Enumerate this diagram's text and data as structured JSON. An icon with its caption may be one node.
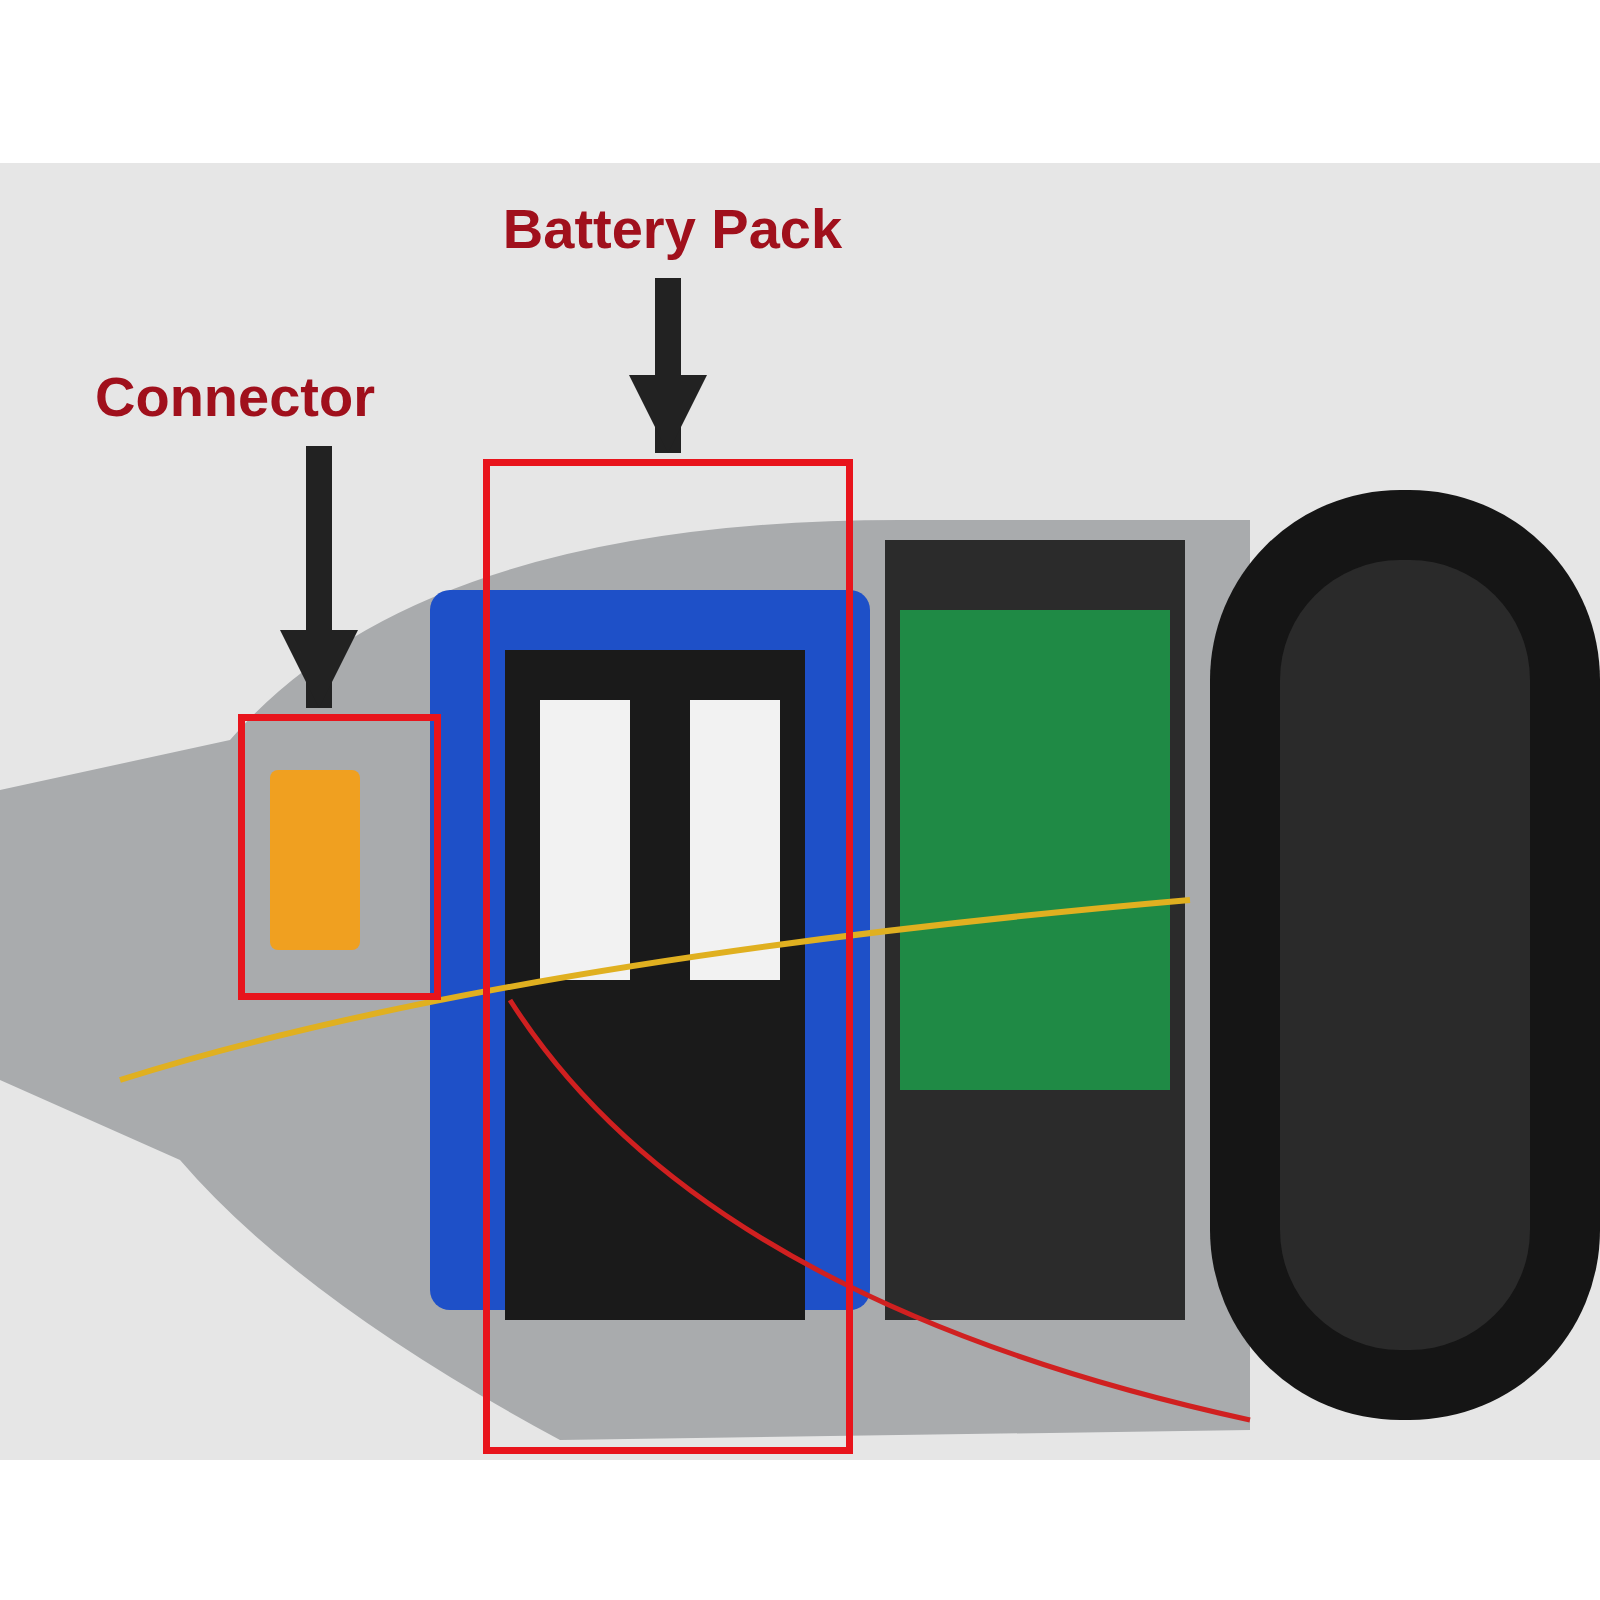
{
  "diagram": {
    "nodes": [
      {
        "text": [
          "Connector"
        ]
      },
      {
        "text": [
          "Battery Pack"
        ]
      },
      {
        "text": [],
        "shape": "box"
      },
      {
        "text": [],
        "shape": "box"
      }
    ],
    "edges": [
      {
        "from": 0,
        "to": 2,
        "arrow": "to"
      },
      {
        "from": 1,
        "to": 3,
        "arrow": "to"
      }
    ]
  }
}
